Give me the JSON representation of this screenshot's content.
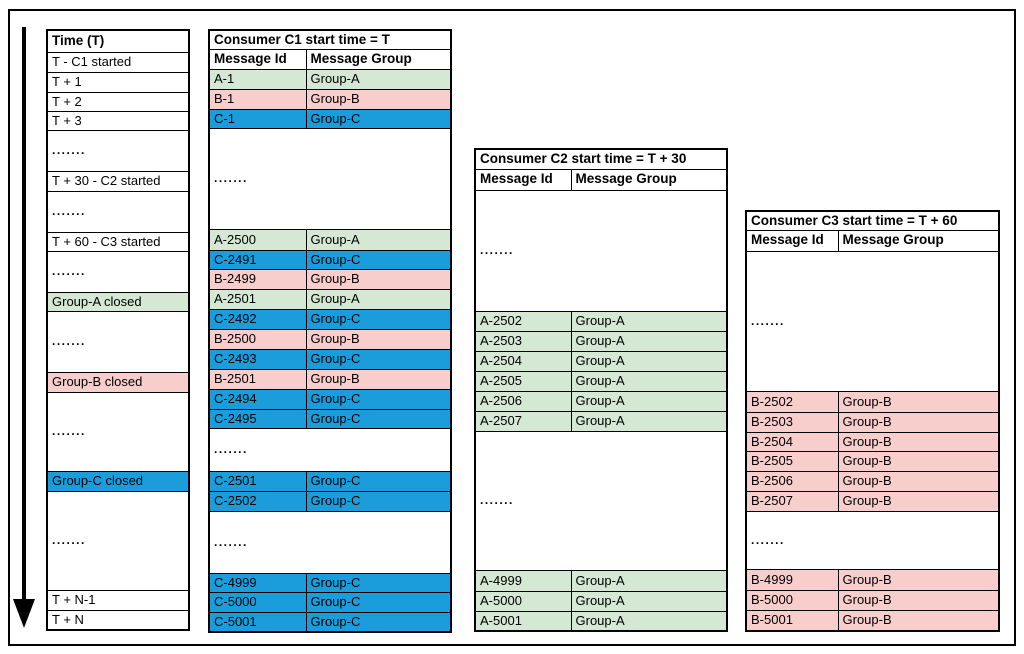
{
  "dots": ".......",
  "group_colors": {
    "A": "#d5e8d4",
    "B": "#f8cecc",
    "C": "#1b9ddb"
  },
  "tables": [
    {
      "name": "timeline",
      "rows": [
        {
          "kind": "title",
          "cells": [
            "Time (T)"
          ]
        },
        {
          "kind": "data",
          "cells": [
            "T - C1 started"
          ]
        },
        {
          "kind": "data",
          "cells": [
            "T + 1"
          ]
        },
        {
          "kind": "data",
          "cells": [
            "T + 2"
          ]
        },
        {
          "kind": "data",
          "cells": [
            "T + 3"
          ]
        },
        {
          "kind": "dots"
        },
        {
          "kind": "data",
          "cells": [
            "T + 30 - C2 started"
          ]
        },
        {
          "kind": "dots"
        },
        {
          "kind": "data",
          "cells": [
            "T + 60 - C3 started"
          ]
        },
        {
          "kind": "dots"
        },
        {
          "kind": "data",
          "cells": [
            "Group-A closed"
          ],
          "g": "A"
        },
        {
          "kind": "dots"
        },
        {
          "kind": "data",
          "cells": [
            "Group-B closed"
          ],
          "g": "B"
        },
        {
          "kind": "dots"
        },
        {
          "kind": "data",
          "cells": [
            "Group-C closed"
          ],
          "g": "C"
        },
        {
          "kind": "dots"
        },
        {
          "kind": "data",
          "cells": [
            "T + N-1"
          ]
        },
        {
          "kind": "data",
          "cells": [
            "T + N"
          ]
        }
      ]
    },
    {
      "name": "consumer-c1",
      "rows": [
        {
          "kind": "title",
          "cells": [
            "Consumer C1 start time = T"
          ]
        },
        {
          "kind": "header",
          "cells": [
            "Message Id",
            "Message Group"
          ]
        },
        {
          "kind": "data",
          "cells": [
            "A-1",
            "Group-A"
          ],
          "g": "A"
        },
        {
          "kind": "data",
          "cells": [
            "B-1",
            "Group-B"
          ],
          "g": "B"
        },
        {
          "kind": "data",
          "cells": [
            "C-1",
            "Group-C"
          ],
          "g": "C"
        },
        {
          "kind": "dots"
        },
        {
          "kind": "data",
          "cells": [
            "A-2500",
            "Group-A"
          ],
          "g": "A"
        },
        {
          "kind": "data",
          "cells": [
            "C-2491",
            "Group-C"
          ],
          "g": "C"
        },
        {
          "kind": "data",
          "cells": [
            "B-2499",
            "Group-B"
          ],
          "g": "B"
        },
        {
          "kind": "data",
          "cells": [
            "A-2501",
            "Group-A"
          ],
          "g": "A"
        },
        {
          "kind": "data",
          "cells": [
            "C-2492",
            "Group-C"
          ],
          "g": "C"
        },
        {
          "kind": "data",
          "cells": [
            "B-2500",
            "Group-B"
          ],
          "g": "B"
        },
        {
          "kind": "data",
          "cells": [
            "C-2493",
            "Group-C"
          ],
          "g": "C"
        },
        {
          "kind": "data",
          "cells": [
            "B-2501",
            "Group-B"
          ],
          "g": "B"
        },
        {
          "kind": "data",
          "cells": [
            "C-2494",
            "Group-C"
          ],
          "g": "C"
        },
        {
          "kind": "data",
          "cells": [
            "C-2495",
            "Group-C"
          ],
          "g": "C"
        },
        {
          "kind": "dots"
        },
        {
          "kind": "data",
          "cells": [
            "C-2501",
            "Group-C"
          ],
          "g": "C"
        },
        {
          "kind": "data",
          "cells": [
            "C-2502",
            "Group-C"
          ],
          "g": "C"
        },
        {
          "kind": "dots"
        },
        {
          "kind": "data",
          "cells": [
            "C-4999",
            "Group-C"
          ],
          "g": "C"
        },
        {
          "kind": "data",
          "cells": [
            "C-5000",
            "Group-C"
          ],
          "g": "C"
        },
        {
          "kind": "data",
          "cells": [
            "C-5001",
            "Group-C"
          ],
          "g": "C"
        }
      ]
    },
    {
      "name": "consumer-c2",
      "rows": [
        {
          "kind": "title",
          "cells": [
            "Consumer C2 start time = T + 30"
          ]
        },
        {
          "kind": "header",
          "cells": [
            "Message Id",
            "Message Group"
          ]
        },
        {
          "kind": "dots"
        },
        {
          "kind": "data",
          "cells": [
            "A-2502",
            "Group-A"
          ],
          "g": "A"
        },
        {
          "kind": "data",
          "cells": [
            "A-2503",
            "Group-A"
          ],
          "g": "A"
        },
        {
          "kind": "data",
          "cells": [
            "A-2504",
            "Group-A"
          ],
          "g": "A"
        },
        {
          "kind": "data",
          "cells": [
            "A-2505",
            "Group-A"
          ],
          "g": "A"
        },
        {
          "kind": "data",
          "cells": [
            "A-2506",
            "Group-A"
          ],
          "g": "A"
        },
        {
          "kind": "data",
          "cells": [
            "A-2507",
            "Group-A"
          ],
          "g": "A"
        },
        {
          "kind": "dots"
        },
        {
          "kind": "data",
          "cells": [
            "A-4999",
            "Group-A"
          ],
          "g": "A"
        },
        {
          "kind": "data",
          "cells": [
            "A-5000",
            "Group-A"
          ],
          "g": "A"
        },
        {
          "kind": "data",
          "cells": [
            "A-5001",
            "Group-A"
          ],
          "g": "A"
        }
      ]
    },
    {
      "name": "consumer-c3",
      "rows": [
        {
          "kind": "title",
          "cells": [
            "Consumer C3 start time = T + 60"
          ]
        },
        {
          "kind": "header",
          "cells": [
            "Message Id",
            "Message Group"
          ]
        },
        {
          "kind": "dots"
        },
        {
          "kind": "data",
          "cells": [
            "B-2502",
            "Group-B"
          ],
          "g": "B"
        },
        {
          "kind": "data",
          "cells": [
            "B-2503",
            "Group-B"
          ],
          "g": "B"
        },
        {
          "kind": "data",
          "cells": [
            "B-2504",
            "Group-B"
          ],
          "g": "B"
        },
        {
          "kind": "data",
          "cells": [
            "B-2505",
            "Group-B"
          ],
          "g": "B"
        },
        {
          "kind": "data",
          "cells": [
            "B-2506",
            "Group-B"
          ],
          "g": "B"
        },
        {
          "kind": "data",
          "cells": [
            "B-2507",
            "Group-B"
          ],
          "g": "B"
        },
        {
          "kind": "dots"
        },
        {
          "kind": "data",
          "cells": [
            "B-4999",
            "Group-B"
          ],
          "g": "B"
        },
        {
          "kind": "data",
          "cells": [
            "B-5000",
            "Group-B"
          ],
          "g": "B"
        },
        {
          "kind": "data",
          "cells": [
            "B-5001",
            "Group-B"
          ],
          "g": "B"
        }
      ]
    }
  ]
}
